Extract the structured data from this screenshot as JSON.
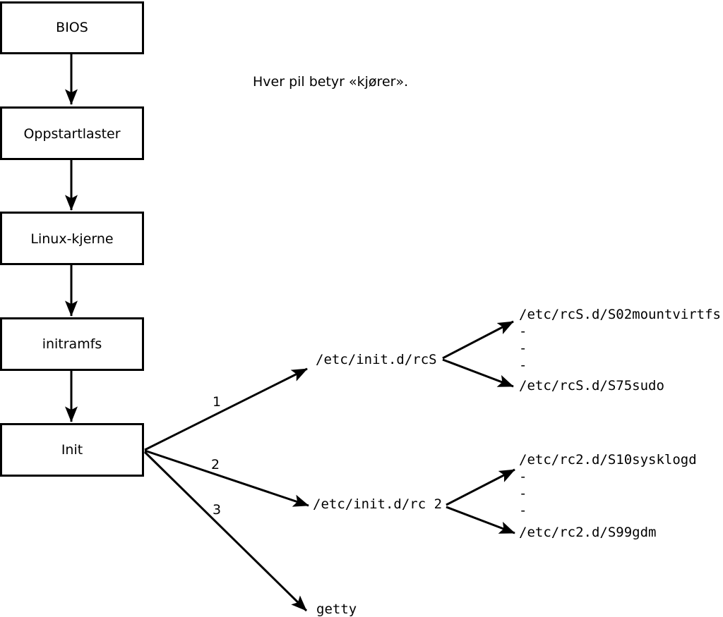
{
  "note": "Hver pil betyr «kjører».",
  "boot_chain": {
    "bios": "BIOS",
    "bootloader": "Oppstartlaster",
    "kernel": "Linux-kjerne",
    "initramfs": "initramfs",
    "init": "Init"
  },
  "arrow_labels": {
    "first": "1",
    "second": "2",
    "third": "3"
  },
  "runlevel_scripts": {
    "rcS": "/etc/init.d/rcS",
    "rc2": "/etc/init.d/rc 2",
    "getty": "getty"
  },
  "rcS_children": [
    "/etc/rcS.d/S02mountvirtfs",
    "-",
    "-",
    "-",
    "/etc/rcS.d/S75sudo"
  ],
  "rc2_children": [
    "/etc/rc2.d/S10sysklogd",
    "-",
    "-",
    "-",
    "/etc/rc2.d/S99gdm"
  ],
  "colors": {
    "stroke": "#000000",
    "background": "#ffffff"
  }
}
